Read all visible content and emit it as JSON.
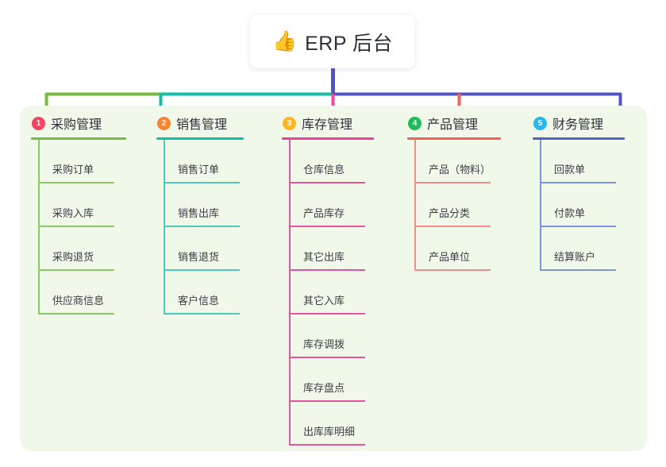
{
  "root": {
    "icon": "thumbs-up-icon",
    "emoji": "👍",
    "title": "ERP 后台"
  },
  "panel": {
    "background_color": "#eff8e9"
  },
  "connectors": {
    "stem_color": "#4f55c8",
    "bar_segment_colors": [
      "#77bc40",
      "#0fbfa8",
      "#4f55c8"
    ],
    "drop_colors": [
      "#77bc40",
      "#0fbfa8",
      "#ec4899",
      "#f4605a",
      "#4f55c8"
    ]
  },
  "columns": [
    {
      "number": "1",
      "title": "采购管理",
      "badge_color": "#ef4661",
      "rule_color": "#77bc40",
      "rule_width": 120,
      "line_color": "#8cc667",
      "items": [
        {
          "label": "采购订单"
        },
        {
          "label": "采购入库"
        },
        {
          "label": "采购退货"
        },
        {
          "label": "供应商信息"
        }
      ]
    },
    {
      "number": "2",
      "title": "销售管理",
      "badge_color": "#f58634",
      "rule_color": "#0fbfa8",
      "rule_width": 110,
      "line_color": "#4ec9b8",
      "items": [
        {
          "label": "销售订单"
        },
        {
          "label": "销售出库"
        },
        {
          "label": "销售退货"
        },
        {
          "label": "客户信息"
        }
      ]
    },
    {
      "number": "3",
      "title": "库存管理",
      "badge_color": "#fbb526",
      "rule_color": "#ec3f9e",
      "rule_width": 116,
      "line_color": "#e8549c",
      "items": [
        {
          "label": "仓库信息"
        },
        {
          "label": "产品库存"
        },
        {
          "label": "其它出库"
        },
        {
          "label": "其它入库"
        },
        {
          "label": "库存调拨"
        },
        {
          "label": "库存盘点"
        },
        {
          "label": "出库库明细"
        }
      ]
    },
    {
      "number": "4",
      "title": "产品管理",
      "badge_color": "#21b95b",
      "rule_color": "#f4605a",
      "rule_width": 118,
      "line_color": "#f48d89",
      "items": [
        {
          "label": "产品（物料）"
        },
        {
          "label": "产品分类"
        },
        {
          "label": "产品单位"
        }
      ]
    },
    {
      "number": "5",
      "title": "财务管理",
      "badge_color": "#29b6ea",
      "rule_color": "#4f63c8",
      "rule_width": 116,
      "line_color": "#7f96dd",
      "items": [
        {
          "label": "回款单"
        },
        {
          "label": "付款单"
        },
        {
          "label": "结算账户"
        }
      ]
    }
  ]
}
